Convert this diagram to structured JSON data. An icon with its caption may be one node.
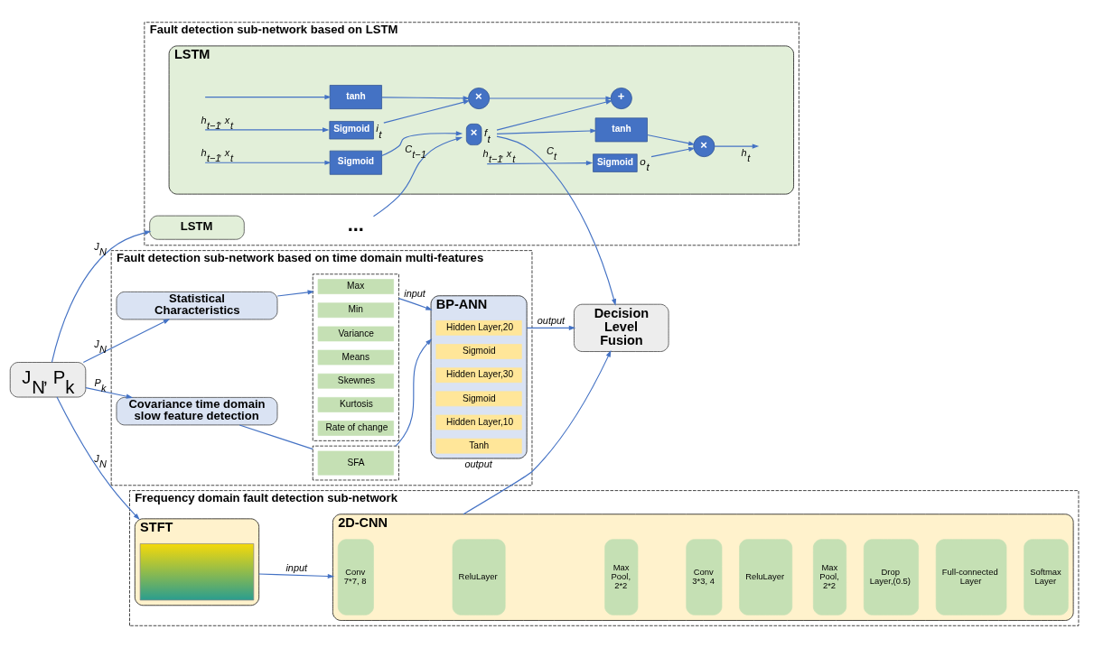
{
  "diagram": {
    "nodes": [
      {
        "text": [
          "J$_{N}$, P$_{k}$"
        ]
      },
      {
        "text": [
          "Fault detection sub-network based on LSTM"
        ]
      },
      {
        "text": [
          "LSTM"
        ],
        "in": 1
      },
      {
        "text": [
          "..."
        ],
        "in": 1
      },
      {
        "text": [
          "LSTM"
        ],
        "in": 1
      },
      {
        "text": [
          "Sigmoid"
        ],
        "in": 4
      },
      {
        "text": [
          "×"
        ],
        "in": 4,
        "beside": [
          "f$_{t}$"
        ]
      },
      {
        "text": [
          "Sigmoid"
        ],
        "in": 4,
        "beside": [
          "i$_{t}$"
        ]
      },
      {
        "text": [
          "tanh"
        ],
        "in": 4
      },
      {
        "text": [
          "×"
        ],
        "in": 4
      },
      {
        "text": [
          "+"
        ],
        "in": 4
      },
      {
        "text": [
          "tanh"
        ],
        "in": 4
      },
      {
        "text": [
          "Sigmoid"
        ],
        "in": 4,
        "beside": [
          "o$_{t}$"
        ]
      },
      {
        "text": [
          "×"
        ],
        "in": 4
      },
      {
        "text": [
          "Fault detection sub-network based on time domain multi-features"
        ]
      },
      {
        "text": [
          "Statistical Characteristics"
        ],
        "in": 14
      },
      {
        "text": [
          "Covariance time domain slow feature detection"
        ],
        "in": 14
      },
      {
        "text": [],
        "shape": "box",
        "in": 14
      },
      {
        "text": [
          "Max"
        ],
        "in": 17
      },
      {
        "text": [
          "Min"
        ],
        "in": 17
      },
      {
        "text": [
          "Variance"
        ],
        "in": 17
      },
      {
        "text": [
          "Means"
        ],
        "in": 17
      },
      {
        "text": [
          "Skewnes"
        ],
        "in": 17
      },
      {
        "text": [
          "Kurtosis"
        ],
        "in": 17
      },
      {
        "text": [
          "Rate of change"
        ],
        "in": 17
      },
      {
        "text": [],
        "shape": "box",
        "in": 14
      },
      {
        "text": [
          "SFA"
        ],
        "in": 25
      },
      {
        "text": [
          "BP-ANN"
        ],
        "in": 14
      },
      {
        "text": [
          "Hidden Layer,20"
        ],
        "in": 27
      },
      {
        "text": [
          "Sigmoid"
        ],
        "in": 27
      },
      {
        "text": [
          "Hidden Layer,30"
        ],
        "in": 27
      },
      {
        "text": [
          "Sigmoid"
        ],
        "in": 27
      },
      {
        "text": [
          "Hidden Layer,10"
        ],
        "in": 27
      },
      {
        "text": [
          "Tanh"
        ],
        "in": 27
      },
      {
        "text": [
          "Frequency domain fault detection sub-network"
        ]
      },
      {
        "text": [
          "STFT"
        ],
        "in": 34
      },
      {
        "text": [],
        "shape": "picture",
        "in": 35
      },
      {
        "text": [
          "2D-CNN"
        ],
        "in": 34
      },
      {
        "text": [
          "Conv 7*7, 8"
        ],
        "in": 37
      },
      {
        "text": [
          "ReluLayer"
        ],
        "in": 37
      },
      {
        "text": [
          "Max Pool, 2*2"
        ],
        "in": 37
      },
      {
        "text": [
          "Conv 3*3, 4"
        ],
        "in": 37
      },
      {
        "text": [
          "ReluLayer"
        ],
        "in": 37
      },
      {
        "text": [
          "Max Pool, 2*2"
        ],
        "in": 37
      },
      {
        "text": [
          "Drop Layer,(0.5)"
        ],
        "in": 37
      },
      {
        "text": [
          "Full-connected Layer"
        ],
        "in": 37
      },
      {
        "text": [
          "Softmax Layer"
        ],
        "in": 37
      },
      {
        "text": [
          "Decision Level Fusion"
        ]
      }
    ],
    "edges": [
      {
        "from": 0,
        "to": 2,
        "arrow": "to",
        "label": "J$_{N}$"
      },
      {
        "from": 0,
        "to": 15,
        "arrow": "to",
        "label": "J$_{N}$"
      },
      {
        "from": 0,
        "to": 16,
        "arrow": "to",
        "label": "P$_{k}$"
      },
      {
        "from": 0,
        "to": 35,
        "arrow": "to",
        "label": "J$_{N}$"
      },
      {
        "from": null,
        "to": 5,
        "arrow": "to",
        "label": "h$_{t−1}$, x$_{t}$"
      },
      {
        "from": 3,
        "to": 6,
        "arrow": "to",
        "label": "C$_{t−1}$"
      },
      {
        "from": 5,
        "to": 6,
        "arrow": "to"
      },
      {
        "from": null,
        "to": 7,
        "arrow": "to",
        "label": "h$_{t−1}$, x$_{t}$"
      },
      {
        "from": null,
        "to": 8,
        "arrow": "to"
      },
      {
        "from": 7,
        "to": 9,
        "arrow": "to"
      },
      {
        "from": 8,
        "to": 9,
        "arrow": "to"
      },
      {
        "from": 6,
        "to": 10,
        "arrow": "to"
      },
      {
        "from": 9,
        "to": 10,
        "arrow": "to"
      },
      {
        "from": 6,
        "to": 11,
        "arrow": "to"
      },
      {
        "from": null,
        "to": 12,
        "arrow": "to",
        "label": "h$_{t−1}$, x$_{t}$"
      },
      {
        "from": 11,
        "to": 13,
        "arrow": "to"
      },
      {
        "from": 12,
        "to": 13,
        "arrow": "to"
      },
      {
        "from": 13,
        "to": null,
        "arrow": "to",
        "label": "h$_{t}$"
      },
      {
        "from": 6,
        "to": 47,
        "arrow": "to",
        "label": "C$_{t}$"
      },
      {
        "from": 15,
        "to": 17,
        "arrow": "to"
      },
      {
        "from": 16,
        "to": 25,
        "arrow": "none"
      },
      {
        "from": 17,
        "to": 27,
        "arrow": "to",
        "label": "input"
      },
      {
        "from": 25,
        "to": 27,
        "arrow": "to"
      },
      {
        "from": 27,
        "to": 47,
        "arrow": "to",
        "label": "output"
      },
      {
        "from": 35,
        "to": 37,
        "arrow": "to",
        "label": "input"
      },
      {
        "from": 37,
        "to": 47,
        "arrow": "to",
        "label": "output"
      }
    ]
  }
}
